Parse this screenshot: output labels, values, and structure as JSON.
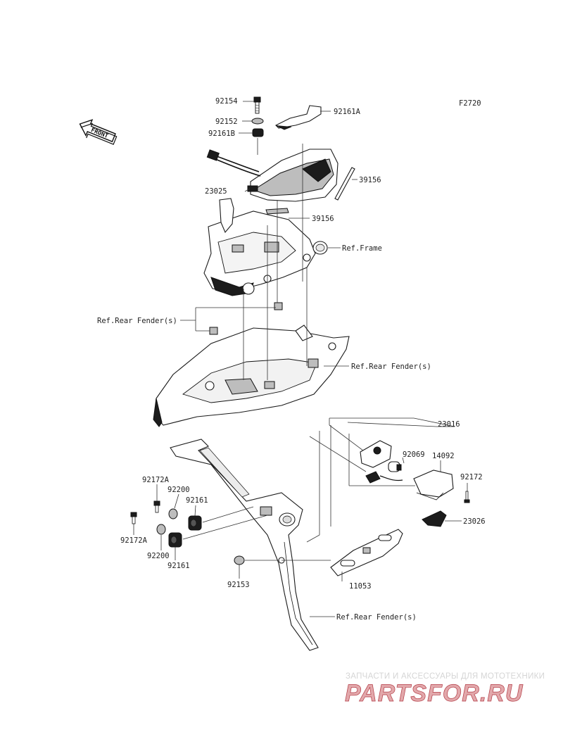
{
  "figure_code": "F2720",
  "front_badge": "FRONT",
  "labels": {
    "p92154": "92154",
    "p92161A": "92161A",
    "p92152": "92152",
    "p92161B": "92161B",
    "p39156a": "39156",
    "p23025": "23025",
    "p39156b": "39156",
    "ref_frame": "Ref.Frame",
    "ref_rear_fender_1": "Ref.Rear Fender(s)",
    "ref_rear_fender_2": "Ref.Rear Fender(s)",
    "p23016": "23016",
    "p92069": "92069",
    "p14092": "14092",
    "p92172": "92172",
    "p23026": "23026",
    "p92172A_a": "92172A",
    "p92200_a": "92200",
    "p92161_a": "92161",
    "p92172A_b": "92172A",
    "p92200_b": "92200",
    "p92161_b": "92161",
    "p92153": "92153",
    "p11053": "11053",
    "ref_rear_fender_3": "Ref.Rear Fender(s)"
  },
  "watermark": {
    "tagline": "ЗАПЧАСТИ И АКСЕССУАРЫ ДЛЯ МОТОТЕХНИКИ",
    "brand": "PARTSFOR.RU"
  }
}
